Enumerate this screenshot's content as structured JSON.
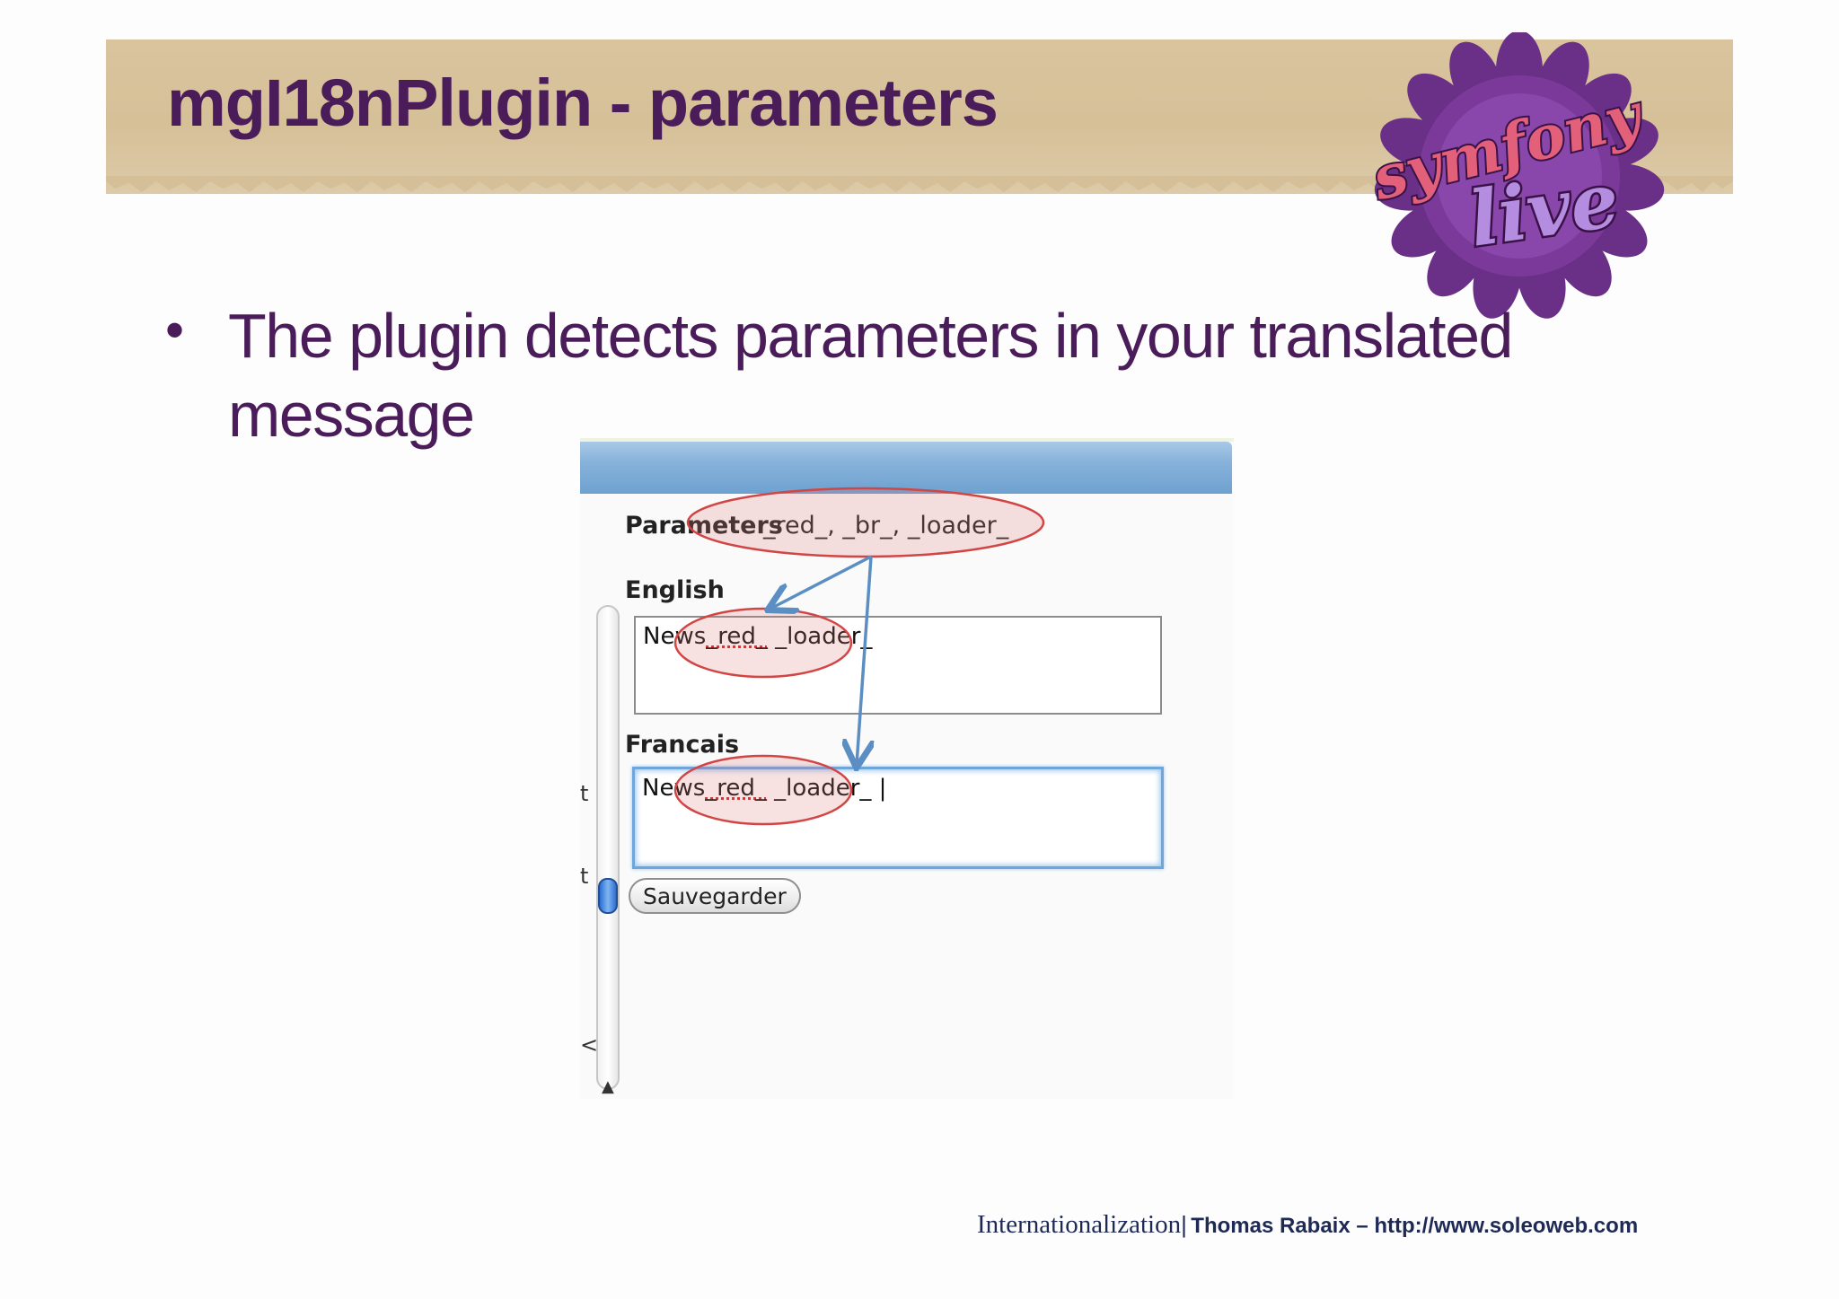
{
  "slide": {
    "title": "mgI18nPlugin - parameters",
    "bullet": "The plugin detects parameters in your translated message",
    "logo": {
      "top_word": "symfony",
      "bottom_word": "live",
      "icon": "symfony-live-flower-logo"
    }
  },
  "screenshot": {
    "parameters_label": "Parameters",
    "parameters_values": "_red_, _br_, _loader_",
    "languages": [
      {
        "label": "English",
        "value_prefix": "News",
        "value_param": "_red_",
        "value_suffix": " _loader_"
      },
      {
        "label": "Francais",
        "value_prefix": "News",
        "value_param": "_red_",
        "value_suffix": " _loader_ |"
      }
    ],
    "save_button": "Sauvegarder",
    "left_stubs": [
      "t",
      "t",
      "<"
    ]
  },
  "footer": {
    "topic": "Internationalization",
    "separator": "|",
    "author": "Thomas Rabaix – http://www.soleoweb.com"
  },
  "colors": {
    "title": "#4a1d5a",
    "banner": "#d8c39d",
    "highlight_ellipse": "#d24545",
    "arrow": "#5b8fc4",
    "focus_border": "#6ea6dc"
  }
}
